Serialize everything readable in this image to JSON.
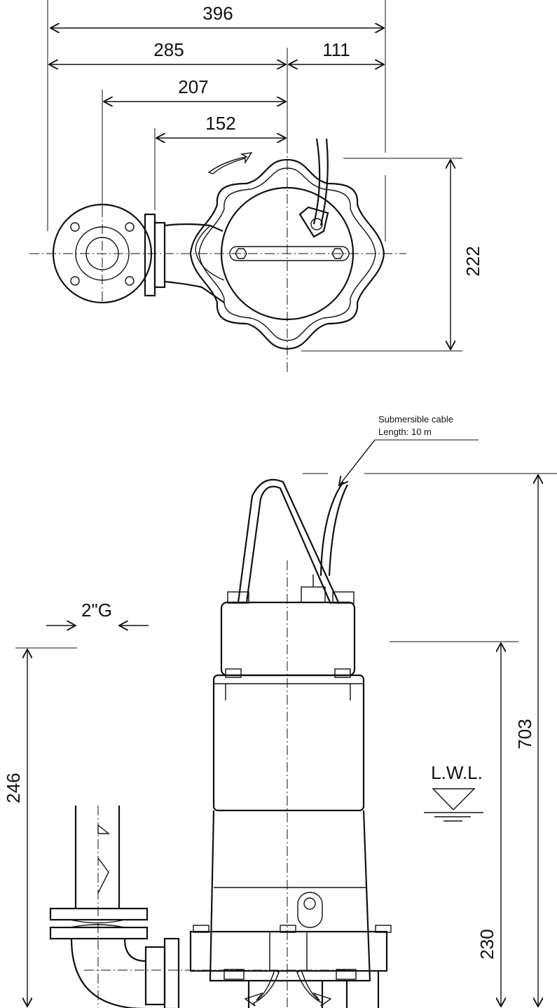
{
  "dimensions": {
    "d396": "396",
    "d285": "285",
    "d111": "111",
    "d207": "207",
    "d152": "152",
    "d222": "222",
    "d703": "703",
    "d246": "246",
    "d230": "230",
    "outlet": "2\"G"
  },
  "labels": {
    "cable_line1": "Submersible cable",
    "cable_line2": "Length: 10 m",
    "lwl": "L.W.L."
  }
}
